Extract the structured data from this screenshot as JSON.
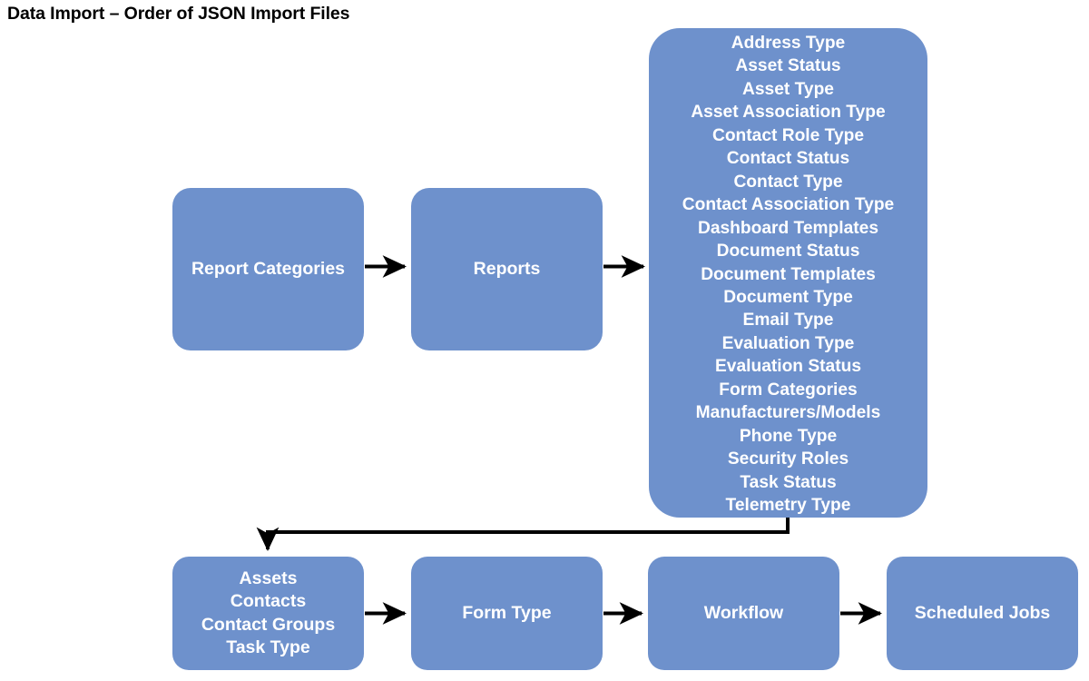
{
  "diagram": {
    "title": "Data Import – Order of JSON Import Files",
    "accent_color": "#6E91CC",
    "text_color": "#FFFFFF",
    "connector_color": "#000000",
    "background": "#FFFFFF",
    "type": "flowchart"
  },
  "nodes": {
    "report_categories": {
      "label": "Report Categories"
    },
    "reports": {
      "label": "Reports"
    },
    "lookup_list": {
      "items": [
        "Address Type",
        "Asset Status",
        "Asset Type",
        "Asset Association Type",
        "Contact Role Type",
        "Contact Status",
        "Contact Type",
        "Contact Association Type",
        "Dashboard Templates",
        "Document Status",
        "Document Templates",
        "Document Type",
        "Email Type",
        "Evaluation Type",
        "Evaluation Status",
        "Form Categories",
        "Manufacturers/Models",
        "Phone Type",
        "Security Roles",
        "Task Status",
        "Telemetry Type"
      ]
    },
    "entities": {
      "items": [
        "Assets",
        "Contacts",
        "Contact Groups",
        "Task Type"
      ]
    },
    "form_type": {
      "label": "Form Type"
    },
    "workflow": {
      "label": "Workflow"
    },
    "scheduled_jobs": {
      "label": "Scheduled Jobs"
    }
  },
  "connectors": [
    {
      "name": "report-categories-to-reports",
      "from": "report_categories",
      "to": "reports",
      "style": "straight-arrow"
    },
    {
      "name": "reports-to-lookup-list",
      "from": "reports",
      "to": "lookup_list",
      "style": "straight-arrow"
    },
    {
      "name": "lookup-list-to-entities",
      "from": "lookup_list",
      "to": "entities",
      "style": "elbow-arrow"
    },
    {
      "name": "entities-to-form-type",
      "from": "entities",
      "to": "form_type",
      "style": "straight-arrow"
    },
    {
      "name": "form-type-to-workflow",
      "from": "form_type",
      "to": "workflow",
      "style": "straight-arrow"
    },
    {
      "name": "workflow-to-scheduled-jobs",
      "from": "workflow",
      "to": "scheduled_jobs",
      "style": "straight-arrow"
    }
  ]
}
